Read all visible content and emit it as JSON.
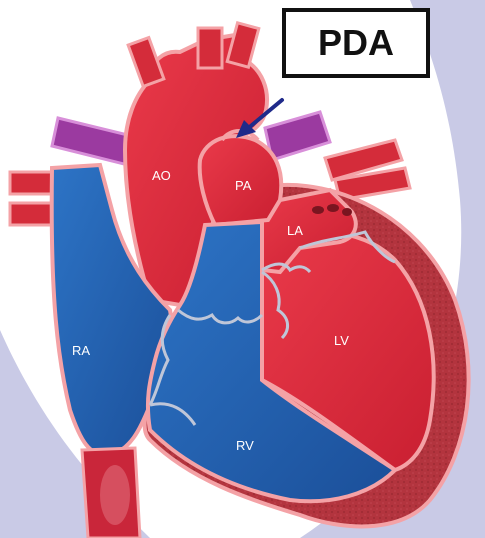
{
  "title": "PDA",
  "labels": {
    "ao": "AO",
    "pa": "PA",
    "la": "LA",
    "lv": "LV",
    "ra": "RA",
    "rv": "RV"
  },
  "colors": {
    "background_swoosh": "#c9cae6",
    "oxygenated": "#e0273a",
    "deoxygenated": "#1e5fb0",
    "muscle": "#b5343f",
    "outline": "#f4a2a6",
    "ductus": "#9b3aa0",
    "arrow": "#1f2a8a"
  },
  "icons": {
    "pointer": "arrow-icon"
  }
}
